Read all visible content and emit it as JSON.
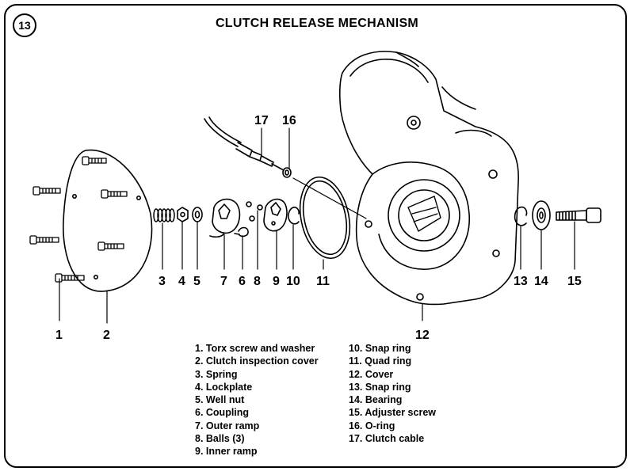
{
  "figure_number": "13",
  "title": "CLUTCH RELEASE MECHANISM",
  "callouts": {
    "c1": "1",
    "c2": "2",
    "c3": "3",
    "c4": "4",
    "c5": "5",
    "c6": "6",
    "c7": "7",
    "c8": "8",
    "c9": "9",
    "c10": "10",
    "c11": "11",
    "c12": "12",
    "c13": "13",
    "c14": "14",
    "c15": "15",
    "c16": "16",
    "c17": "17"
  },
  "legend_left": [
    "1. Torx screw and washer",
    "2. Clutch inspection cover",
    "3. Spring",
    "4. Lockplate",
    "5. Well nut",
    "6. Coupling",
    "7. Outer ramp",
    "8. Balls (3)",
    "9. Inner ramp"
  ],
  "legend_right": [
    "10. Snap ring",
    "11. Quad ring",
    "12. Cover",
    "13. Snap ring",
    "14. Bearing",
    "15. Adjuster screw",
    "16. O-ring",
    "17. Clutch cable"
  ]
}
